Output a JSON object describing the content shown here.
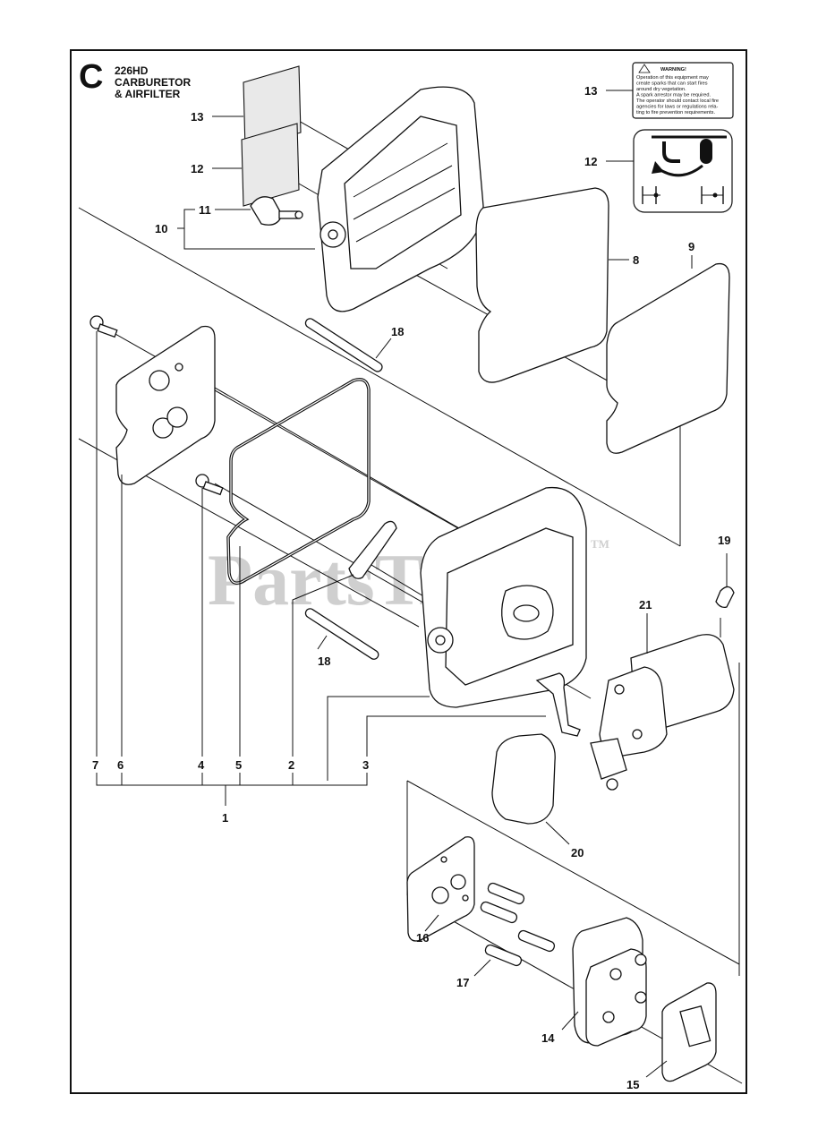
{
  "header": {
    "section_letter": "C",
    "model": "226HD",
    "title_line1": "CARBURETOR",
    "title_line2": "& AIRFILTER"
  },
  "watermark": {
    "text": "PartsTree",
    "tm": "TM"
  },
  "warning_decal": {
    "heading": "WARNING!",
    "lines": [
      "Operation of this equipment may",
      "create sparks that can start fires",
      "around dry vegetation.",
      "A spark arrestor may be required.",
      "The operator should contact local fire",
      "agencies for laws or regulations rela-",
      "ting to fire prevention requirements."
    ]
  },
  "callouts": {
    "c13a": "13",
    "c12a": "12",
    "c11": "11",
    "c10": "10",
    "c13b": "13",
    "c12b": "12",
    "c8": "8",
    "c9": "9",
    "c18a": "18",
    "c18b": "18",
    "c19": "19",
    "c21": "21",
    "c7": "7",
    "c6": "6",
    "c4": "4",
    "c5": "5",
    "c2": "2",
    "c3": "3",
    "c1": "1",
    "c20": "20",
    "c16": "16",
    "c17": "17",
    "c14": "14",
    "c15": "15"
  }
}
